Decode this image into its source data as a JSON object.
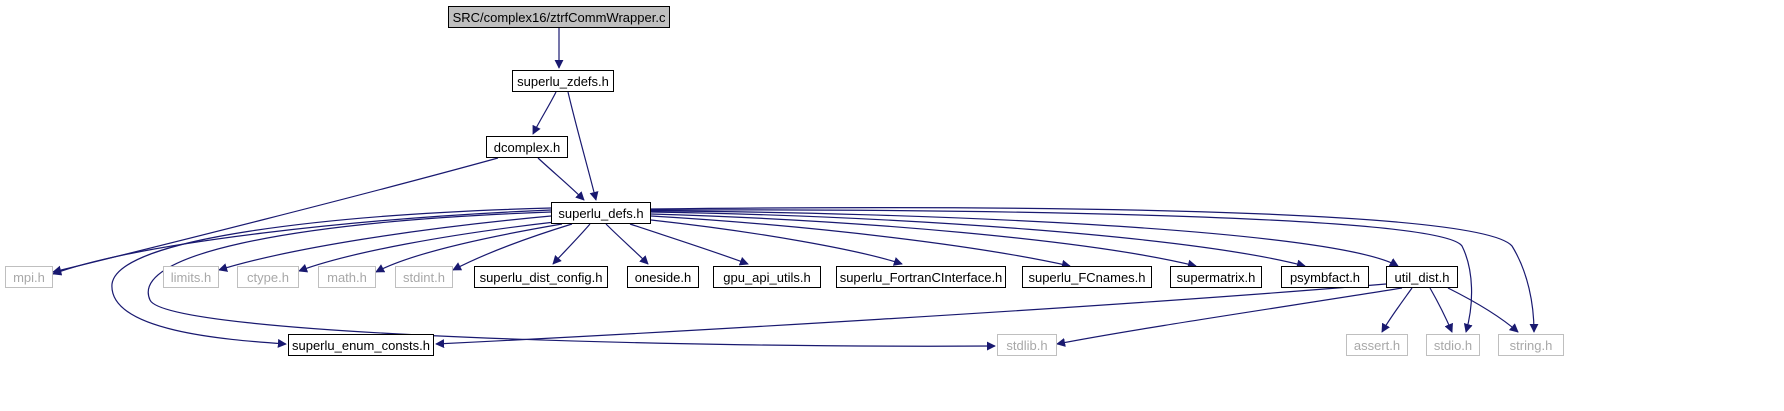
{
  "nodes": {
    "root": "SRC/complex16/ztrfCommWrapper.c",
    "superlu_zdefs": "superlu_zdefs.h",
    "dcomplex": "dcomplex.h",
    "superlu_defs": "superlu_defs.h",
    "mpi": "mpi.h",
    "limits": "limits.h",
    "ctype": "ctype.h",
    "math": "math.h",
    "stdint": "stdint.h",
    "superlu_dist_config": "superlu_dist_config.h",
    "oneside": "oneside.h",
    "gpu_api_utils": "gpu_api_utils.h",
    "fortran_iface": "superlu_FortranCInterface.h",
    "fcnames": "superlu_FCnames.h",
    "supermatrix": "supermatrix.h",
    "psymbfact": "psymbfact.h",
    "util_dist": "util_dist.h",
    "superlu_enum_consts": "superlu_enum_consts.h",
    "stdlib": "stdlib.h",
    "assert": "assert.h",
    "stdio": "stdio.h",
    "string": "string.h"
  },
  "colors": {
    "edge": "#191970",
    "local_border": "#000000",
    "system_border": "#bfbfbf",
    "system_text": "#a8a8a8",
    "root_fill": "#bfbfbf"
  }
}
